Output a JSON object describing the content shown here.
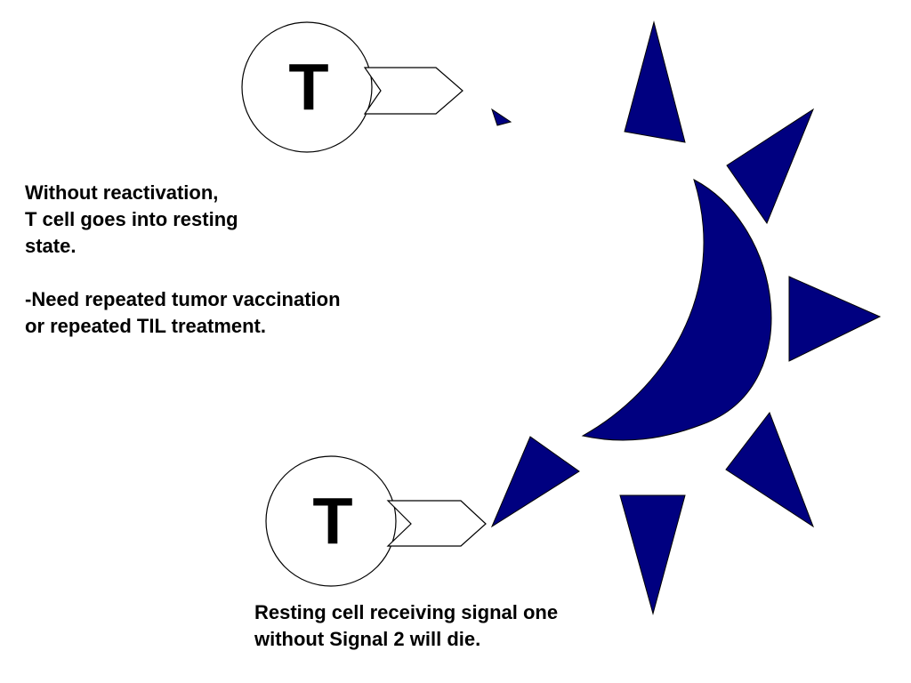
{
  "cells": [
    {
      "label": "T"
    },
    {
      "label": "T"
    }
  ],
  "top_caption": {
    "lines": [
      "Without reactivation,",
      "T cell goes into resting",
      "state."
    ],
    "note_lines": [
      "-Need repeated tumor vaccination",
      "or repeated TIL treatment."
    ]
  },
  "bottom_caption": {
    "lines": [
      "Resting cell receiving signal one",
      "without Signal 2 will die."
    ]
  },
  "colors": {
    "apc_fill": "#000080",
    "outline": "#000000",
    "background": "#ffffff"
  }
}
